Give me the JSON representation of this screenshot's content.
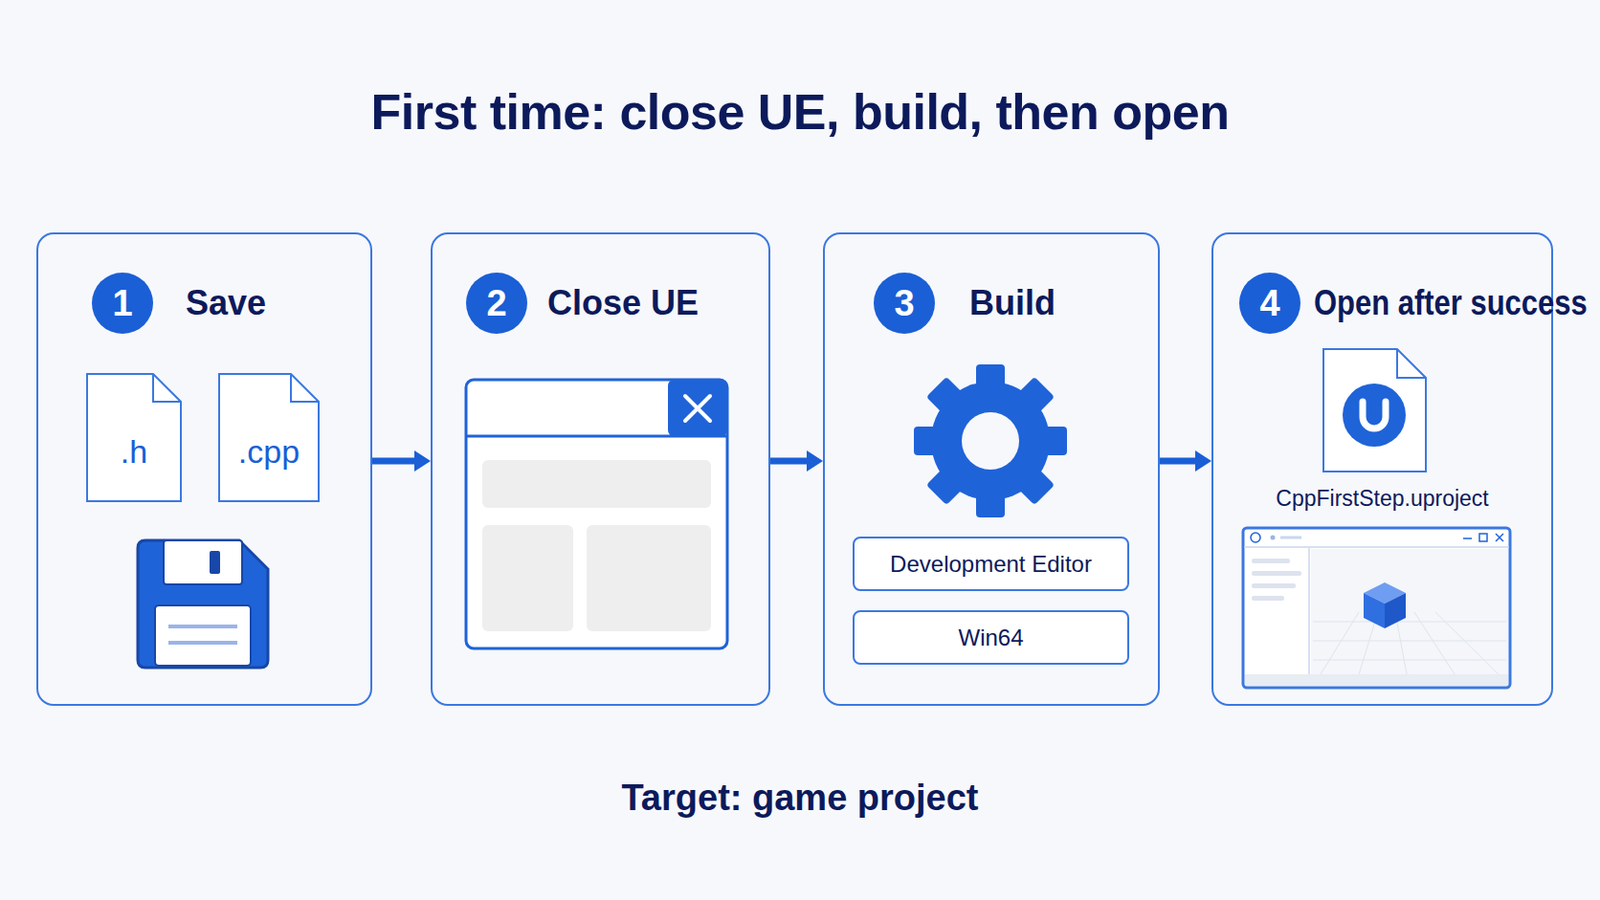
{
  "diagram": {
    "title": "First time: close UE, build, then open",
    "nodes": [
      {
        "text": [
          "1",
          "Save"
        ]
      },
      {
        "text": [
          ".h"
        ],
        "in": 0
      },
      {
        "text": [
          ".cpp"
        ],
        "in": 0
      },
      {
        "text": [
          "2",
          "Close UE"
        ]
      },
      {
        "text": [
          "3",
          "Build"
        ]
      },
      {
        "text": [
          "Development Editor"
        ],
        "in": 4
      },
      {
        "text": [
          "Win64"
        ],
        "in": 4
      },
      {
        "text": [
          "4",
          "Open after success",
          "CppFirstStep.uproject"
        ]
      }
    ],
    "edges": [
      {
        "from": 0,
        "to": 3,
        "arrow": "to"
      },
      {
        "from": 3,
        "to": 4,
        "arrow": "to"
      },
      {
        "from": 4,
        "to": 7,
        "arrow": "to"
      }
    ],
    "caption": "Target: game project"
  }
}
